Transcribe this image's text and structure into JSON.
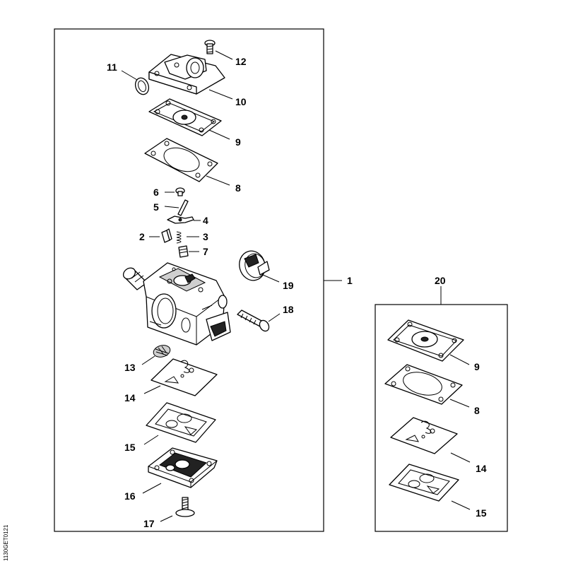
{
  "diagram": {
    "drawing_code": "1130GET0121",
    "main_assembly": {
      "assembly_label": "1",
      "callouts": [
        {
          "id": "c11",
          "label": "11",
          "part": "o-ring"
        },
        {
          "id": "c12",
          "label": "12",
          "part": "screw"
        },
        {
          "id": "c10",
          "label": "10",
          "part": "pump-cover"
        },
        {
          "id": "c9",
          "label": "9",
          "part": "pump-diaphragm"
        },
        {
          "id": "c8",
          "label": "8",
          "part": "gasket"
        },
        {
          "id": "c6",
          "label": "6",
          "part": "screw"
        },
        {
          "id": "c5",
          "label": "5",
          "part": "pin"
        },
        {
          "id": "c4",
          "label": "4",
          "part": "lever"
        },
        {
          "id": "c2",
          "label": "2",
          "part": "inlet-needle"
        },
        {
          "id": "c3",
          "label": "3",
          "part": "spring"
        },
        {
          "id": "c7",
          "label": "7",
          "part": "nut"
        },
        {
          "id": "c19",
          "label": "19",
          "part": "choke-shutter"
        },
        {
          "id": "c18",
          "label": "18",
          "part": "adjusting-screw"
        },
        {
          "id": "c13",
          "label": "13",
          "part": "screen"
        },
        {
          "id": "c14",
          "label": "14",
          "part": "metering-diaphragm"
        },
        {
          "id": "c15",
          "label": "15",
          "part": "gasket"
        },
        {
          "id": "c16",
          "label": "16",
          "part": "end-cover"
        },
        {
          "id": "c17",
          "label": "17",
          "part": "screw"
        }
      ]
    },
    "kit": {
      "kit_label": "20",
      "callouts": [
        {
          "id": "k9",
          "label": "9"
        },
        {
          "id": "k8",
          "label": "8"
        },
        {
          "id": "k14",
          "label": "14"
        },
        {
          "id": "k15",
          "label": "15"
        }
      ]
    }
  }
}
